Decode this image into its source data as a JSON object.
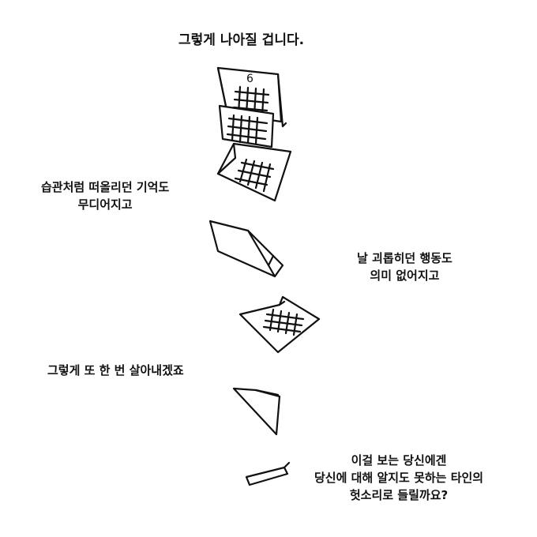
{
  "comic": {
    "title": "그렇게 나아질 겁니다.",
    "captions": [
      {
        "lines": [
          "습관처럼 떠올리던 기억도",
          "무디어지고"
        ]
      },
      {
        "lines": [
          "날 괴롭히던 행동도",
          "의미 없어지고"
        ]
      },
      {
        "lines": [
          "그렇게 또 한 번 살아내겠죠"
        ]
      },
      {
        "lines": [
          "이걸 보는 당신에겐",
          "당신에 대해 알지도 못하는 타인의",
          "헛소리로 들릴까요?"
        ]
      }
    ],
    "calendar_top_number": "6"
  }
}
